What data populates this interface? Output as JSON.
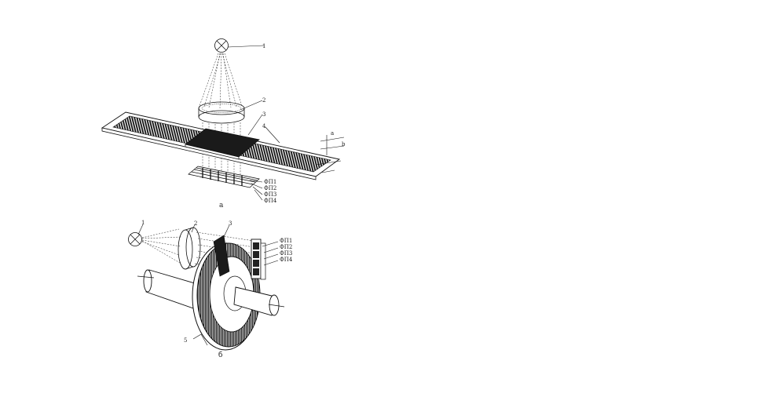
{
  "figure_a": {
    "caption": "а",
    "labels": {
      "light_source": "1",
      "lens": "2",
      "mask": "3",
      "scale": "4",
      "top_dim": "a",
      "side_dim": "b"
    },
    "photodetectors": [
      "ФП1",
      "ФП2",
      "ФП3",
      "ФП4"
    ]
  },
  "figure_b": {
    "caption": "б",
    "labels": {
      "light_source": "1",
      "lens": "2",
      "mask": "3",
      "disk": "5"
    },
    "photodetectors": [
      "ФП1",
      "ФП2",
      "ФП3",
      "ФП4"
    ]
  },
  "colors": {
    "ink": "#111111",
    "background": "#ffffff"
  }
}
